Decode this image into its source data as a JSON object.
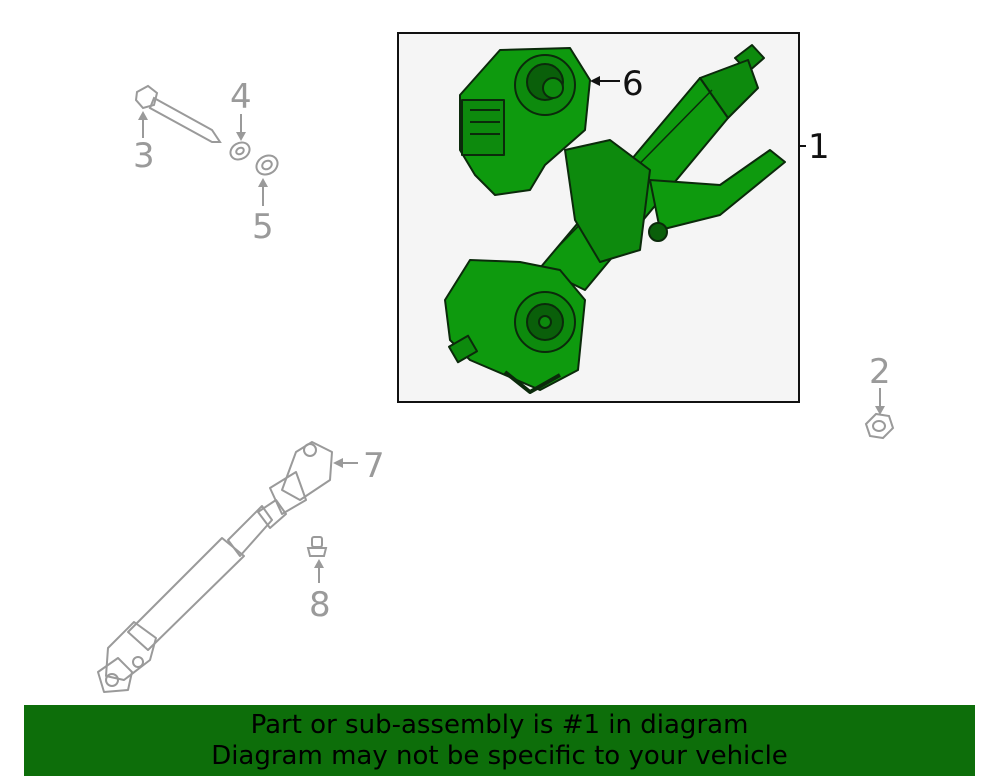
{
  "callouts": {
    "c1": "1",
    "c2": "2",
    "c3": "3",
    "c4": "4",
    "c5": "5",
    "c6": "6",
    "c7": "7",
    "c8": "8"
  },
  "colors": {
    "highlight": "#0d8a0d",
    "highlight_dark": "#0a5f0a",
    "banner": "#0d6e0a",
    "ghost_line": "#9a9a9a",
    "frame_fill": "#f5f5f5"
  },
  "icons": [
    "steering-column-assembly",
    "lock-module",
    "bolt",
    "washer",
    "nut",
    "intermediate-shaft",
    "clip"
  ],
  "banner": {
    "line1": "Part or sub-assembly is #1 in diagram",
    "line2": "Diagram may not be specific to your vehicle"
  }
}
